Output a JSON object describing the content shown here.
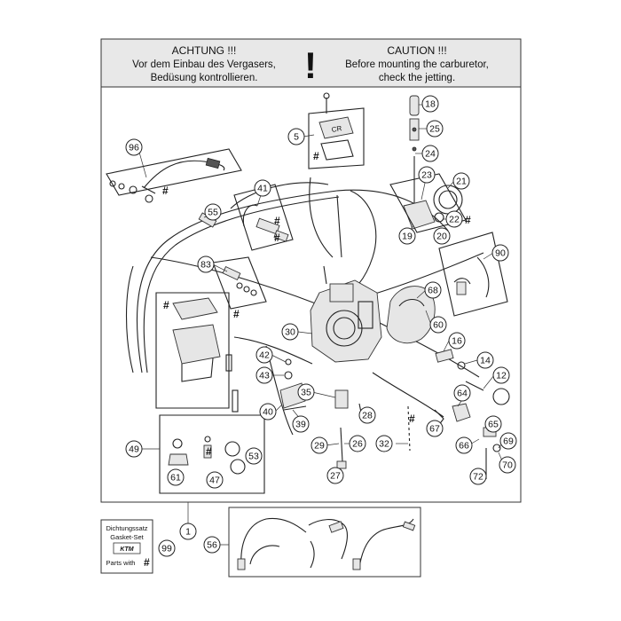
{
  "warning": {
    "de_heading": "ACHTUNG !!!",
    "de_line1": "Vor dem Einbau des Vergasers,",
    "de_line2": "Bedüsung kontrollieren.",
    "en_heading": "CAUTION !!!",
    "en_line1": "Before mounting the carburetor,",
    "en_line2": "check the jetting.",
    "symbol": "!"
  },
  "gasket_kit": {
    "line1": "Dichtungssatz",
    "line2": "Gasket-Set",
    "logo_text": "KTM",
    "line3": "Parts with",
    "hash": "#"
  },
  "hash_marker": "#",
  "callouts": [
    "96",
    "5",
    "18",
    "25",
    "24",
    "23",
    "21",
    "22",
    "20",
    "19",
    "41",
    "55",
    "83",
    "90",
    "68",
    "60",
    "30",
    "16",
    "14",
    "12",
    "42",
    "43",
    "35",
    "28",
    "40",
    "39",
    "64",
    "67",
    "65",
    "66",
    "69",
    "70",
    "49",
    "29",
    "26",
    "32",
    "27",
    "72",
    "61",
    "53",
    "47",
    "1",
    "56",
    "99"
  ]
}
